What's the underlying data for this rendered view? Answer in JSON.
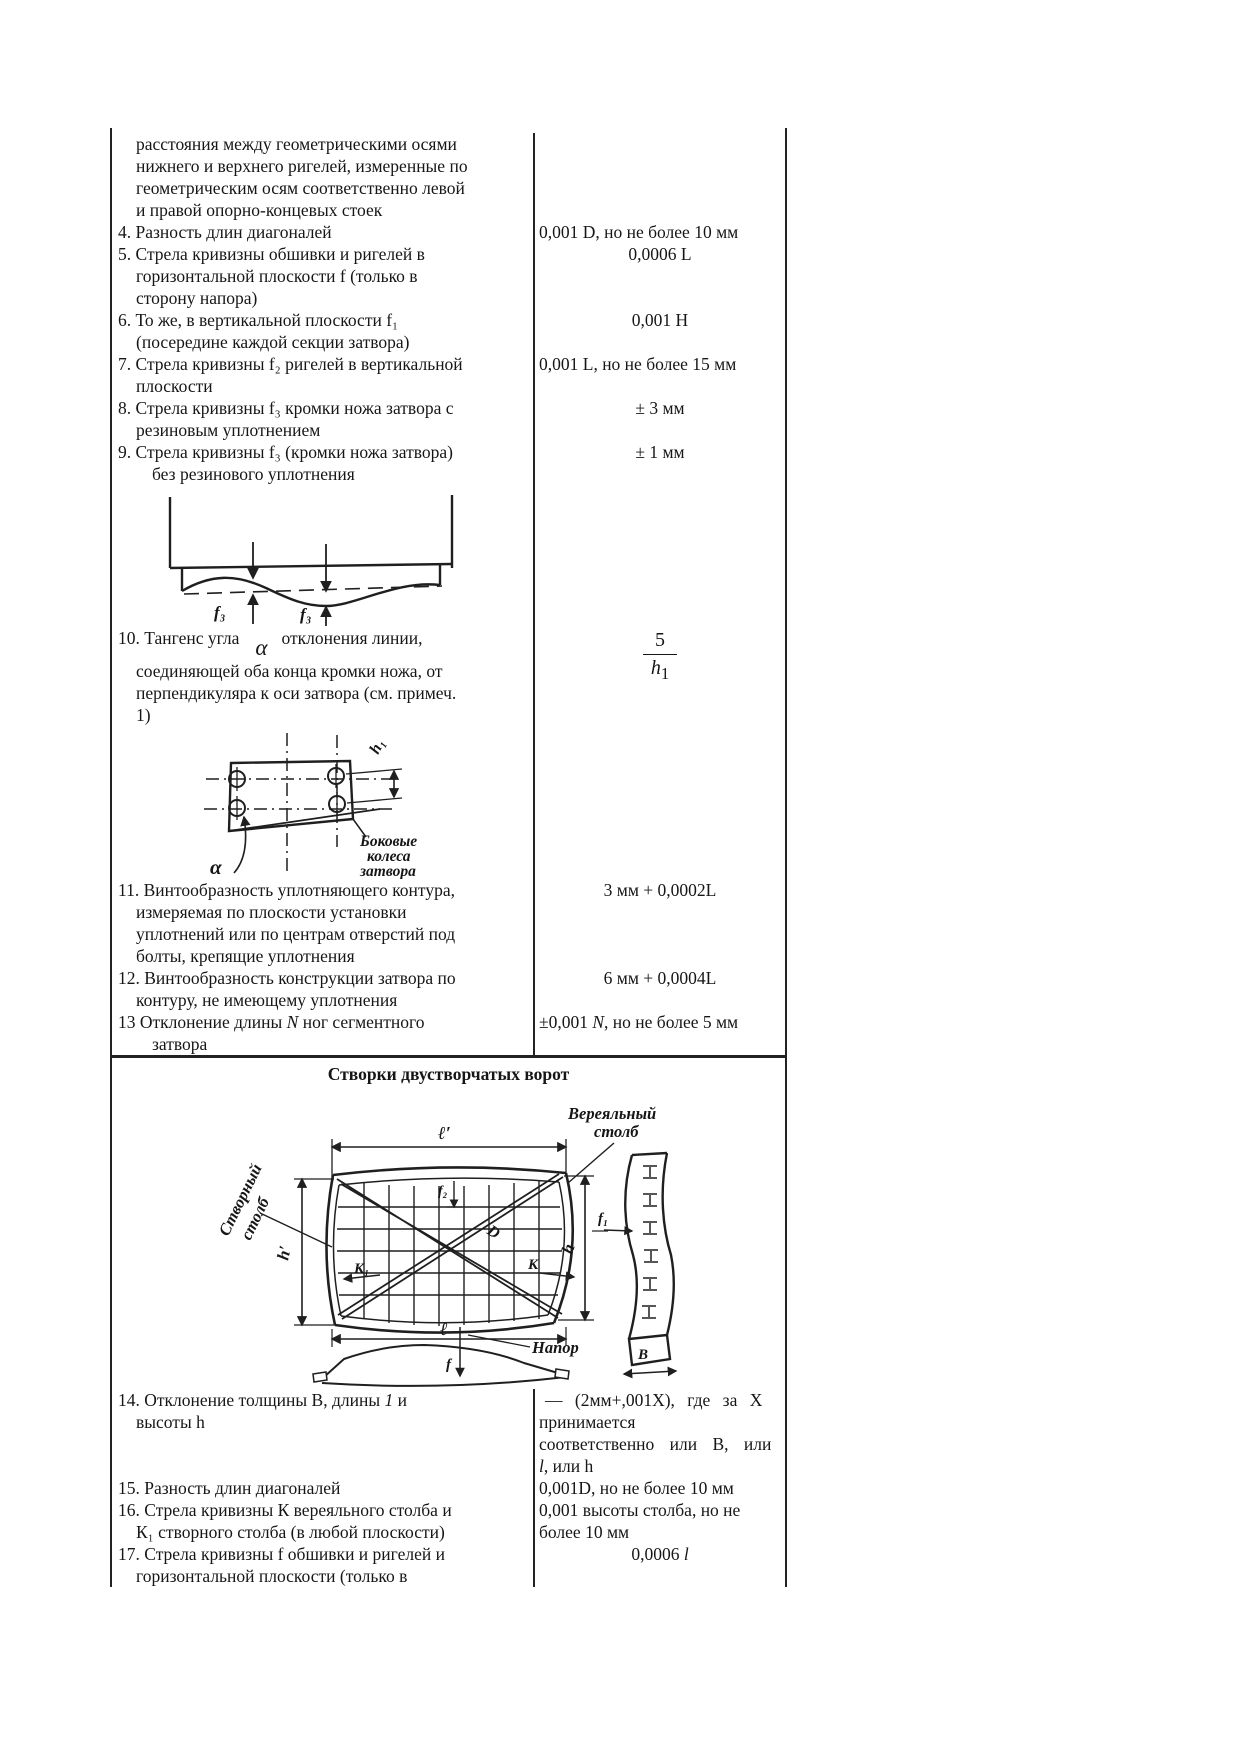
{
  "table": {
    "intro": {
      "l1": "расстояния между геометрическими осями",
      "l2": "нижнего и верхнего ригелей, измеренные по",
      "l3": "геометрическим осям соответственно левой",
      "l4": "и правой опорно-концевых стоек"
    },
    "i4": {
      "l1": "4. Разность длин диагоналей",
      "val": "0,001 D, но не более 10 мм"
    },
    "i5": {
      "l1": "5. Стрела кривизны обшивки и ригелей в",
      "l2": "горизонтальной плоскости f (только в",
      "l3": "сторону напора)",
      "val": "0,0006 L"
    },
    "i6": {
      "l1": "6. То же, в вертикальной плоскости f₁",
      "l2": "(посередине каждой секции затвора)",
      "val": "0,001 H"
    },
    "i7": {
      "l1": "7. Стрела кривизны f₂ ригелей в вертикальной",
      "l2": "плоскости",
      "val": "0,001 L, но не более 15 мм"
    },
    "i8": {
      "l1": "8. Стрела кривизны f₃ кромки ножа затвора с",
      "l2": "резиновым уплотнением",
      "val": "± 3 мм"
    },
    "i9": {
      "l1": "9. Стрела кривизны f₃ (кромки ножа затвора)",
      "l2": "без резинового уплотнения",
      "val": "± 1 мм"
    },
    "i10": {
      "l1a": "10. Тангенс угла",
      "alpha": "α",
      "l1b": "отклонения линии,",
      "l2": "соединяющей оба конца кромки ножа, от",
      "l3": "перпендикуляра к оси затвора (см. примеч.",
      "l4": "1)",
      "frac_num": "5",
      "frac_den": "h",
      "frac_den_sub": "1"
    },
    "i11": {
      "l1": "11. Винтообразность уплотняющего контура,",
      "l2": "измеряемая по плоскости установки",
      "l3": "уплотнений или по центрам отверстий под",
      "l4": "болты, крепящие уплотнения",
      "val": "3 мм + 0,0002L"
    },
    "i12": {
      "l1": "12. Винтообразность конструкции затвора по",
      "l2": "контуру, не имеющему уплотнения",
      "val": "6 мм + 0,0004L"
    },
    "i13": {
      "l1a": "13 Отклонение длины ",
      "l1b": "N",
      "l1c": " ног сегментного",
      "l2": "затвора",
      "va": "±0,001 ",
      "vb": "N",
      "vc": ", но не более 5 мм"
    },
    "section2_header": "Створки двустворчатых ворот",
    "i14": {
      "l1a": "14. Отклонение толщины B, длины ",
      "l1b": "1",
      "l1c": " и",
      "l2": "высоты h",
      "v1": "— (2мм+,001X), где за X",
      "v2": "принимается",
      "v3": "соответственно или B, или",
      "v4a": "l",
      "v4b": ", или h"
    },
    "i15": {
      "l1": "15. Разность длин диагоналей",
      "val": "0,001D, но не более 10 мм"
    },
    "i16": {
      "l1": "16. Стрела кривизны К вереяльного столба и",
      "l2": "К₁ створного столба (в любой плоскости)",
      "v1": "0,001 высоты столба, но не",
      "v2": "более 10 мм"
    },
    "i17": {
      "l1": "17. Стрела кривизны f обшивки и ригелей и",
      "l2": "горизонтальной плоскости (только в",
      "va": "0,0006 ",
      "vb": "l"
    }
  },
  "fig1": {
    "f3_left": "f₃",
    "f3_right": "f₃"
  },
  "fig2": {
    "h1": "h₁",
    "alpha": "α",
    "cap1": "Боковые",
    "cap2": "колеса",
    "cap3": "затвора"
  },
  "fig3": {
    "l_top": "ℓ′",
    "h_left": "h′",
    "h_right": "h",
    "l_bottom": "ℓ",
    "f2": "f₂",
    "f1": "f₁",
    "d": "D",
    "k1": "К₁",
    "k": "К",
    "b": "В",
    "napor": "Напор",
    "f": "f",
    "post1": "Вереяльный",
    "post2": "столб",
    "post3": "Створный",
    "post4": "столб"
  }
}
